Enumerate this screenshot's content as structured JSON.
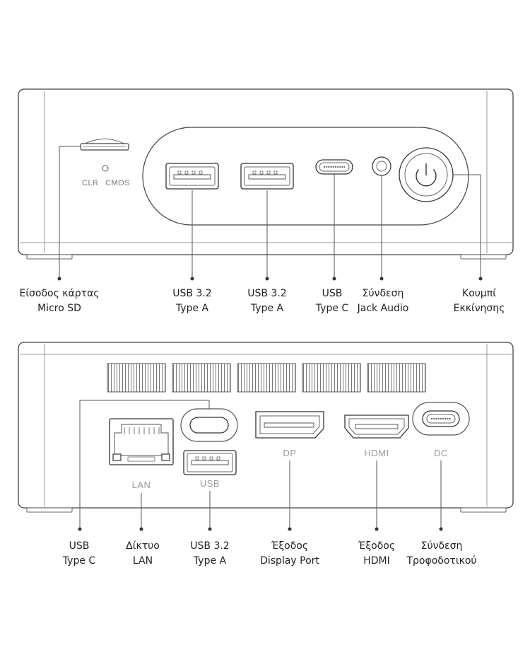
{
  "front_panel": {
    "silkscreen": {
      "clr": "CLR",
      "cmos": "CMOS"
    },
    "callouts": [
      {
        "id": "micro-sd",
        "line1": "Είσοδος κάρτας",
        "line2": "Micro SD"
      },
      {
        "id": "usb-a-1",
        "line1": "USB 3.2",
        "line2": "Type A"
      },
      {
        "id": "usb-a-2",
        "line1": "USB 3.2",
        "line2": "Type A"
      },
      {
        "id": "usb-c",
        "line1": "USB",
        "line2": "Type C"
      },
      {
        "id": "audio-jack",
        "line1": "Σύνδεση",
        "line2": "Jack Audio"
      },
      {
        "id": "power-button",
        "line1": "Κουμπί",
        "line2": "Εκκίνησης"
      }
    ]
  },
  "rear_panel": {
    "port_labels": {
      "lan": "LAN",
      "usb": "USB",
      "dp": "DP",
      "hdmi": "HDMI",
      "dc": "DC"
    },
    "callouts": [
      {
        "id": "usb-c",
        "line1": "USB",
        "line2": "Type C"
      },
      {
        "id": "lan",
        "line1": "Δίκτυο",
        "line2": "LAN"
      },
      {
        "id": "usb-a",
        "line1": "USB 3.2",
        "line2": "Type A"
      },
      {
        "id": "displayport",
        "line1": "Έξοδος",
        "line2": "Display Port"
      },
      {
        "id": "hdmi",
        "line1": "Έξοδος",
        "line2": "HDMI"
      },
      {
        "id": "dc-power",
        "line1": "Σύνδεση",
        "line2": "Τροφοδοτικού"
      }
    ]
  }
}
